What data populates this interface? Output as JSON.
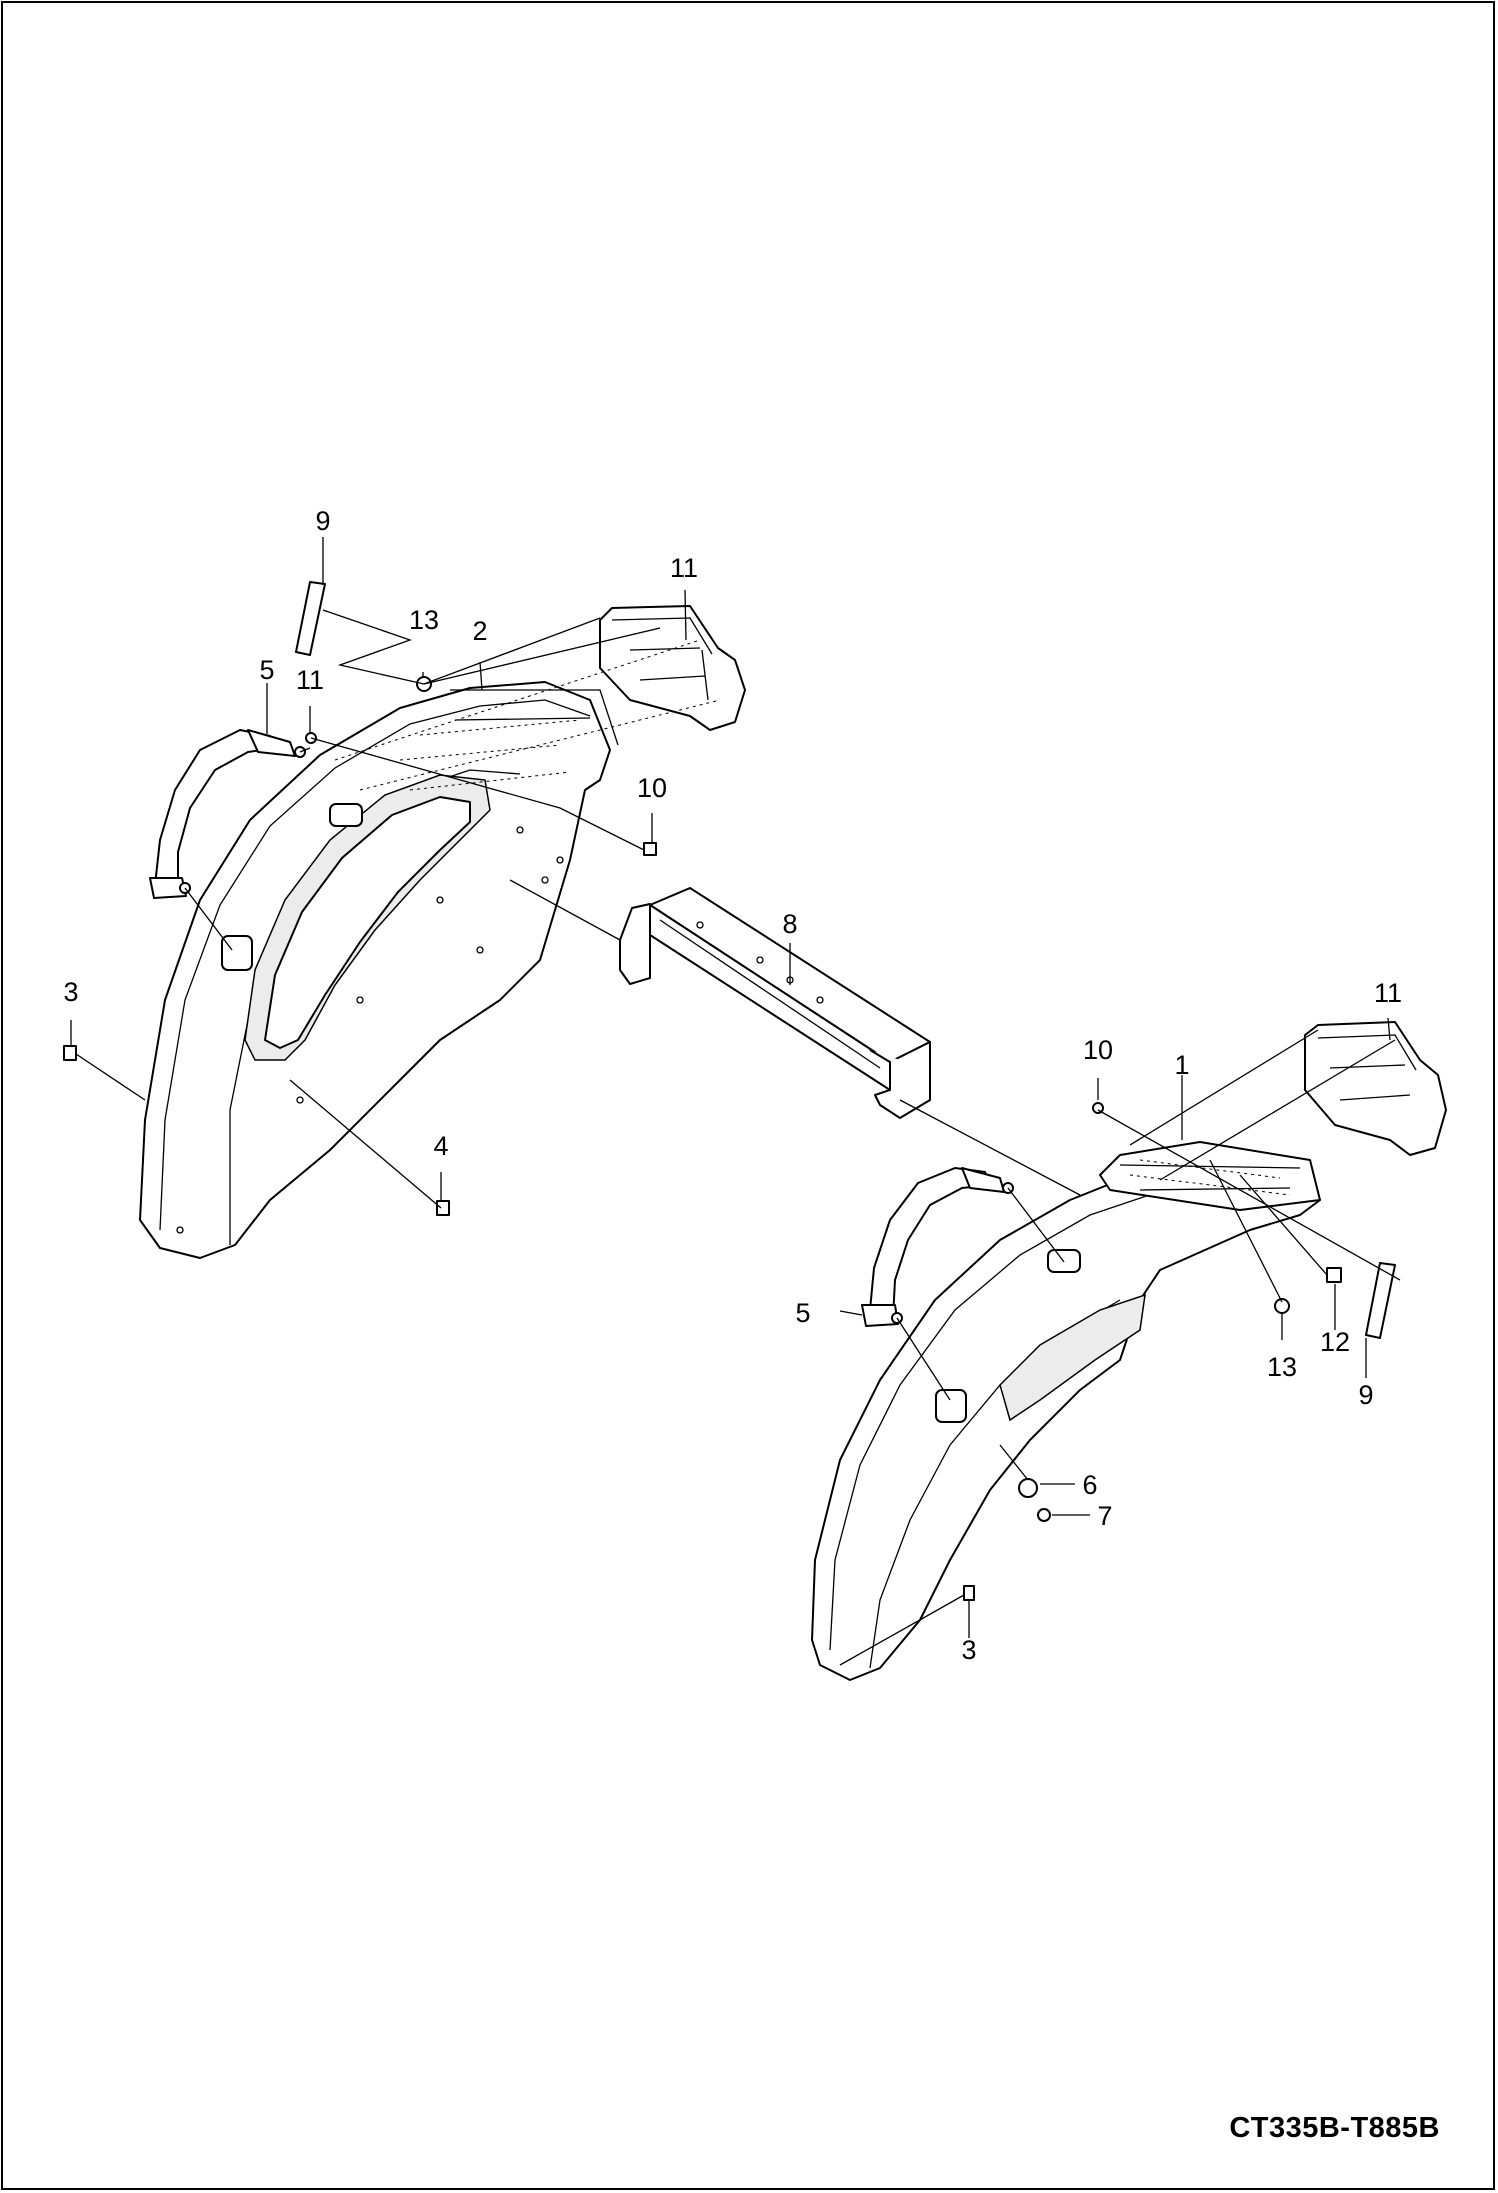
{
  "drawing_code": "CT335B-T885B",
  "callouts": [
    {
      "id": "c9a",
      "text": "9"
    },
    {
      "id": "c11a",
      "text": "11"
    },
    {
      "id": "c13a",
      "text": "13"
    },
    {
      "id": "c2",
      "text": "2"
    },
    {
      "id": "c5a",
      "text": "5"
    },
    {
      "id": "c11b",
      "text": "11"
    },
    {
      "id": "c10a",
      "text": "10"
    },
    {
      "id": "c8",
      "text": "8"
    },
    {
      "id": "c3a",
      "text": "3"
    },
    {
      "id": "c4",
      "text": "4"
    },
    {
      "id": "c11c",
      "text": "11"
    },
    {
      "id": "c10b",
      "text": "10"
    },
    {
      "id": "c1",
      "text": "1"
    },
    {
      "id": "c5b",
      "text": "5"
    },
    {
      "id": "c13b",
      "text": "13"
    },
    {
      "id": "c12",
      "text": "12"
    },
    {
      "id": "c9b",
      "text": "9"
    },
    {
      "id": "c6",
      "text": "6"
    },
    {
      "id": "c7",
      "text": "7"
    },
    {
      "id": "c3b",
      "text": "3"
    }
  ]
}
